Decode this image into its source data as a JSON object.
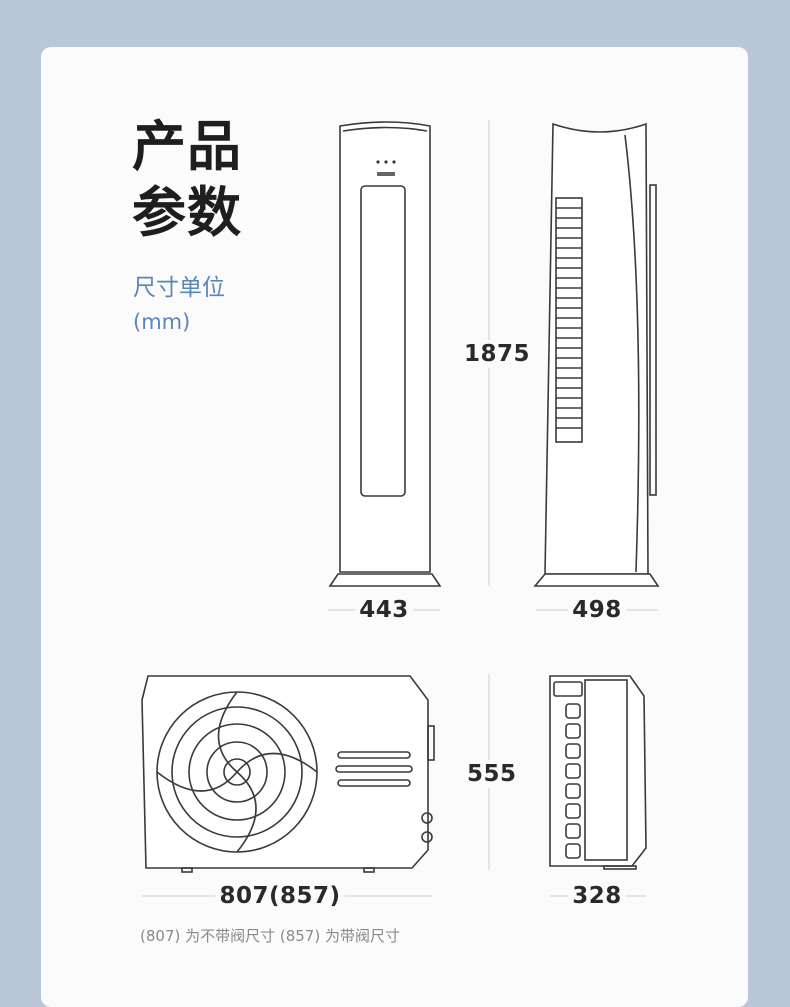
{
  "heading": {
    "line1": "产品",
    "line2": "参数"
  },
  "unit": {
    "label": "尺寸单位",
    "value": "(mm)"
  },
  "indoor": {
    "height": "1875",
    "front_width": "443",
    "side_depth": "498"
  },
  "outdoor": {
    "height": "555",
    "width": "807(857)",
    "depth": "328"
  },
  "note": "(807) 为不带阀尺寸 (857) 为带阀尺寸"
}
